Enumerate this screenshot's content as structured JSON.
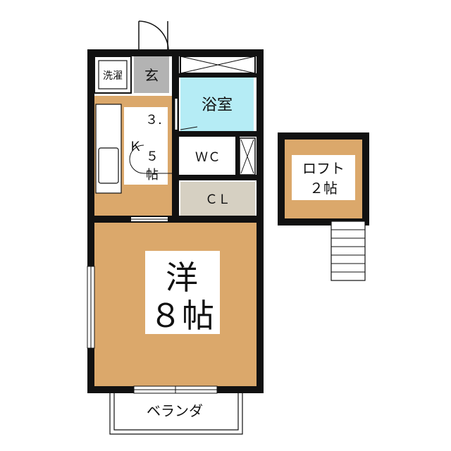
{
  "rooms": {
    "laundry": "洗濯",
    "entrance": "玄",
    "bath": "浴室",
    "kitchen": [
      "３.",
      "Ｋ",
      "５",
      "帖"
    ],
    "wc": "ＷＣ",
    "closet": "ＣＬ",
    "western": [
      "洋",
      "８帖"
    ],
    "loft": [
      "ロフト",
      "２帖"
    ],
    "balcony": "ベランダ"
  },
  "colors": {
    "wall": "#111111",
    "floor_wood": "#dba86b",
    "bath": "#b5ecf5",
    "entrance": "#b3b3b3",
    "closet": "#d6d0c2",
    "label_bg": "#ffffff"
  }
}
